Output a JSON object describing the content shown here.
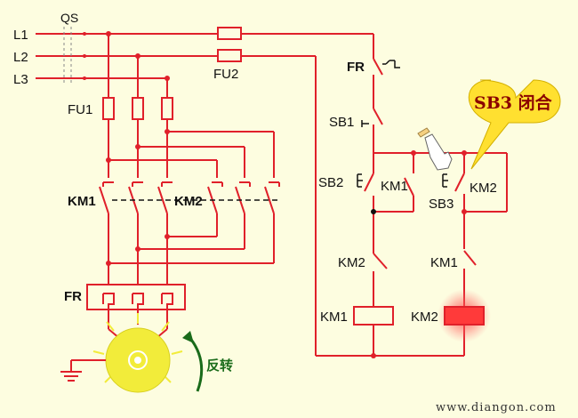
{
  "labels": {
    "L1": "L1",
    "L2": "L2",
    "L3": "L3",
    "QS": "QS",
    "FU1": "FU1",
    "FU2": "FU2",
    "KM1_main": "KM1",
    "KM2_main": "KM2",
    "FR_main": "FR",
    "FR_ctrl": "FR",
    "SB1": "SB1",
    "SB2": "SB2",
    "SB3": "SB3",
    "KM1_aux": "KM1",
    "KM2_aux": "KM2",
    "KM2_nc": "KM2",
    "KM1_nc": "KM1",
    "KM1_coil": "KM1",
    "KM2_coil": "KM2"
  },
  "callout": "SB3 闭合",
  "motor_direction": "反转",
  "watermark": "www.diangon.com",
  "colors": {
    "background": "#fdfde0",
    "wire": "#e0202a",
    "junction": "#111111",
    "callout_fill": "#ffe030",
    "callout_text": "#8a0000",
    "motor": "#f2ec3a",
    "arrow": "#1a6b1a"
  }
}
